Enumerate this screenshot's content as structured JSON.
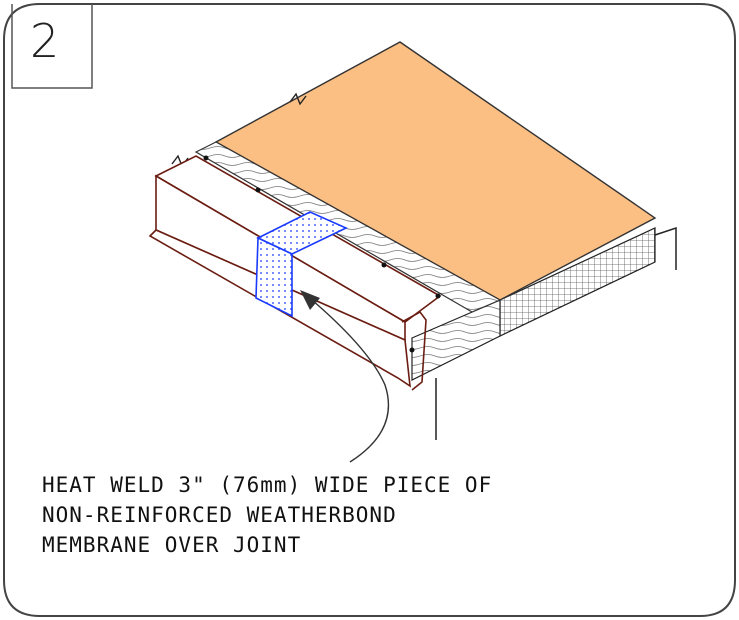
{
  "step": "2",
  "caption": {
    "line1": "HEAT WELD 3\" (76mm) WIDE PIECE OF",
    "line2": "NON-REINFORCED WEATHERBOND",
    "line3": "MEMBRANE OVER JOINT"
  },
  "colors": {
    "insulation_face": "#fbbf84",
    "metal_edge": "#6b1d12",
    "membrane_strip": "#1a3bff",
    "outline": "#333333"
  }
}
